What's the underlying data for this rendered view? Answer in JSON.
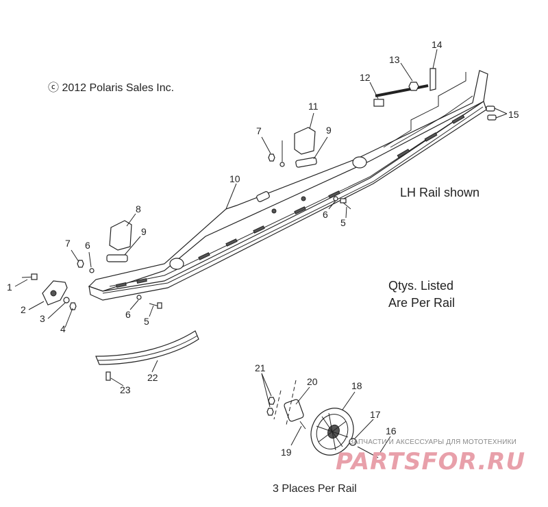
{
  "copyright": "ⓒ 2012 Polaris Sales Inc.",
  "notes": {
    "rail_side": "LH Rail shown",
    "qty_line1": "Qtys. Listed",
    "qty_line2": "Are Per Rail",
    "places": "3 Places Per Rail"
  },
  "watermark": {
    "tagline": "ЗАПЧАСТИ И АКСЕССУАРЫ ДЛЯ МОТОТЕХНИКИ",
    "logo": "PARTSFOR.RU"
  },
  "callouts": [
    {
      "id": "c1",
      "label": "1"
    },
    {
      "id": "c2",
      "label": "2"
    },
    {
      "id": "c3",
      "label": "3"
    },
    {
      "id": "c4",
      "label": "4"
    },
    {
      "id": "c5a",
      "label": "5"
    },
    {
      "id": "c5b",
      "label": "5"
    },
    {
      "id": "c6a",
      "label": "6"
    },
    {
      "id": "c6b",
      "label": "6"
    },
    {
      "id": "c6c",
      "label": "6"
    },
    {
      "id": "c7a",
      "label": "7"
    },
    {
      "id": "c7b",
      "label": "7"
    },
    {
      "id": "c8",
      "label": "8"
    },
    {
      "id": "c9a",
      "label": "9"
    },
    {
      "id": "c9b",
      "label": "9"
    },
    {
      "id": "c10",
      "label": "10"
    },
    {
      "id": "c11",
      "label": "11"
    },
    {
      "id": "c12",
      "label": "12"
    },
    {
      "id": "c13",
      "label": "13"
    },
    {
      "id": "c14",
      "label": "14"
    },
    {
      "id": "c15",
      "label": "15"
    },
    {
      "id": "c16",
      "label": "16"
    },
    {
      "id": "c17",
      "label": "17"
    },
    {
      "id": "c18",
      "label": "18"
    },
    {
      "id": "c19",
      "label": "19"
    },
    {
      "id": "c20",
      "label": "20"
    },
    {
      "id": "c21",
      "label": "21"
    },
    {
      "id": "c22",
      "label": "22"
    },
    {
      "id": "c23",
      "label": "23"
    }
  ]
}
